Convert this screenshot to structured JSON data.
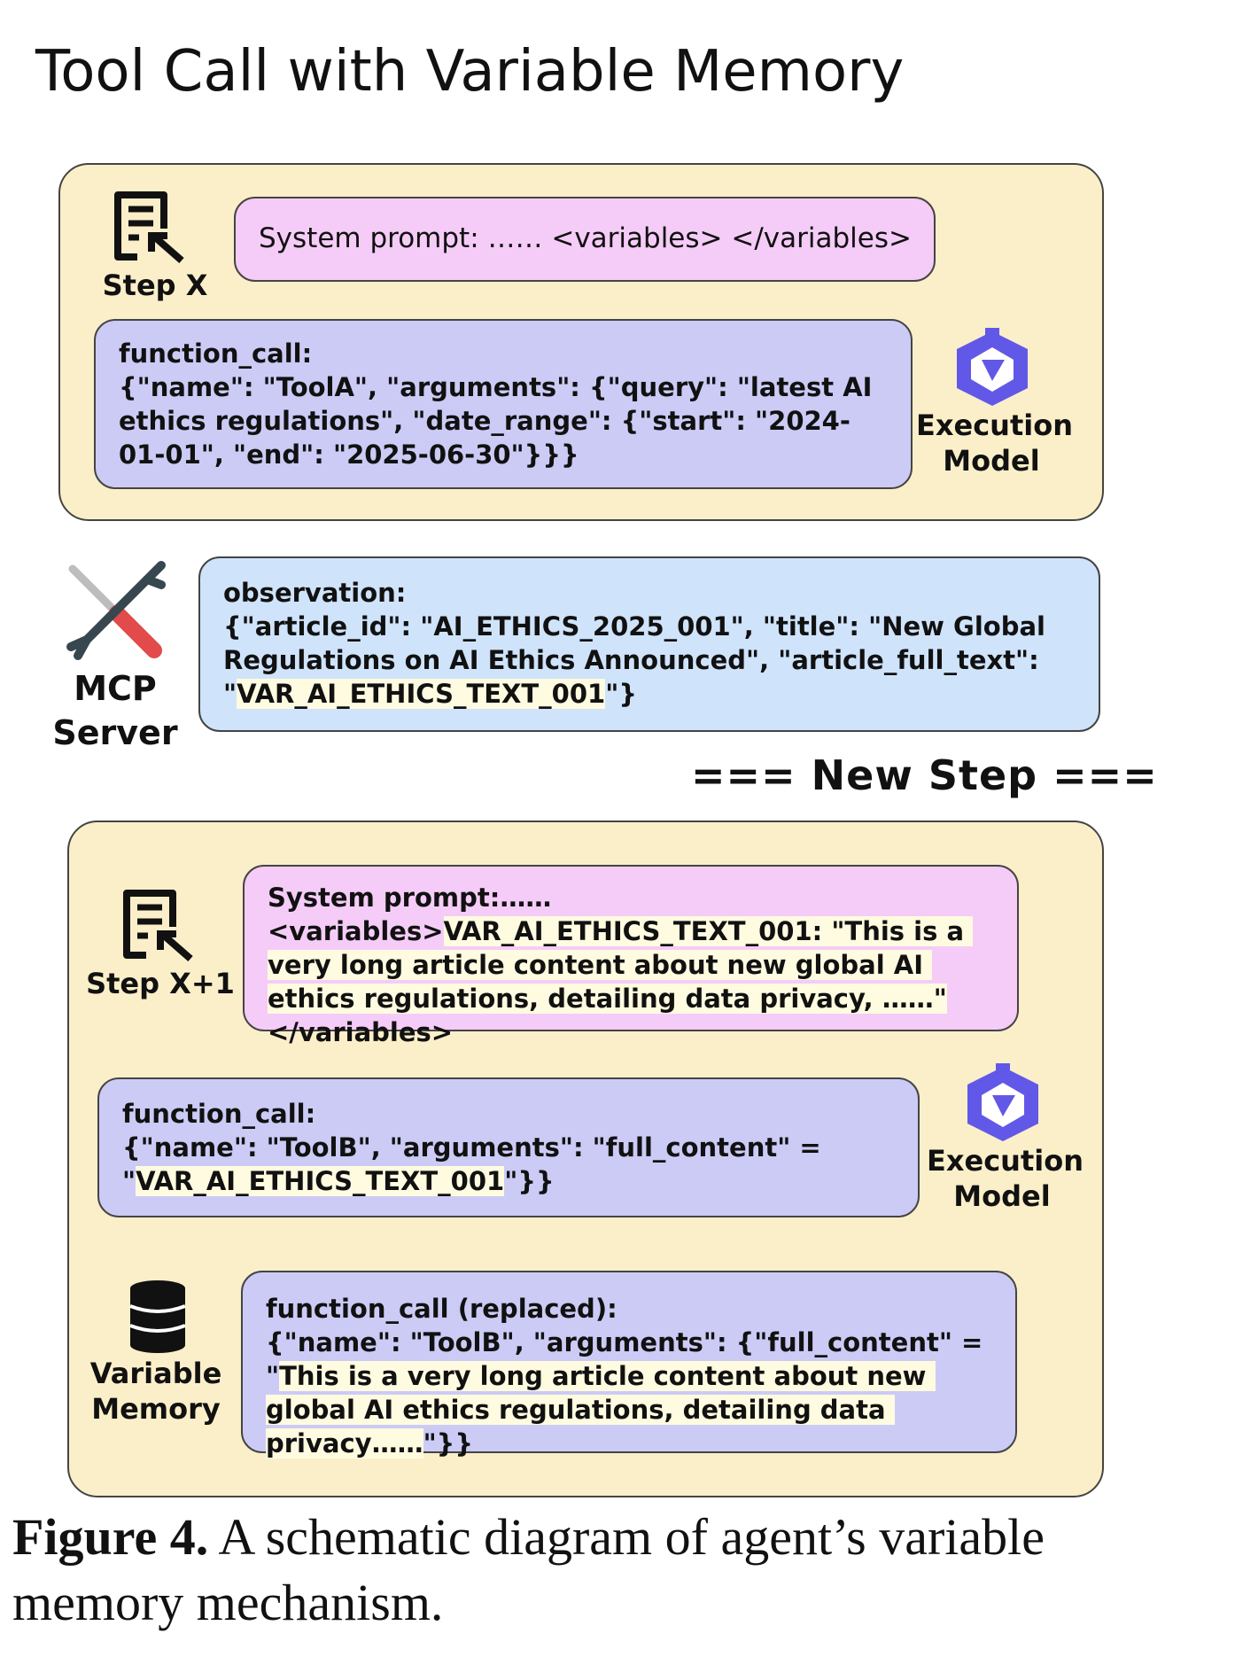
{
  "title": "Tool Call with Variable Memory",
  "step_x": {
    "label": "Step X",
    "system_prompt": "System prompt: …… <variables> </variables>",
    "function_call_head": "function_call:",
    "function_call_body": "{\"name\": \"ToolA\", \"arguments\": {\"query\": \"latest AI ethics regulations\", \"date_range\": {\"start\": \"2024-01-01\", \"end\": \"2025-06-30\"}}}",
    "model_label_1": "Execution",
    "model_label_2": "Model"
  },
  "mcp": {
    "label_1": "MCP",
    "label_2": "Server",
    "observation_head": "observation:",
    "observation_body_1": "{\"article_id\": \"AI_ETHICS_2025_001\", \"title\": \"New Global Regulations on AI Ethics Announced\", \"article_full_text\": \"",
    "observation_var": "VAR_AI_ETHICS_TEXT_001",
    "observation_body_2": "\"}"
  },
  "new_step": "=== New Step ===",
  "step_x1": {
    "label": "Step X+1",
    "system_prompt_head": "System prompt:……",
    "system_prompt_open": "<variables>",
    "system_prompt_var": "VAR_AI_ETHICS_TEXT_001: \"This is a very long article content about new global AI ethics regulations, detailing data privacy, ……\"",
    "system_prompt_close": " </variables>",
    "function_call_head": "function_call:",
    "function_call_body_1": "{\"name\": \"ToolB\", \"arguments\": \"full_content\" = \"",
    "function_call_var": "VAR_AI_ETHICS_TEXT_001",
    "function_call_body_2": "\"}}",
    "model_label_1": "Execution",
    "model_label_2": "Model",
    "memory_label_1": "Variable",
    "memory_label_2": "Memory",
    "replaced_head": "function_call (replaced):",
    "replaced_body_1": "{\"name\": \"ToolB\", \"arguments\": {\"full_content\" = \"",
    "replaced_var": "This is a very long article content about new global AI ethics regulations, detailing data privacy……",
    "replaced_body_2": "\"}}"
  },
  "caption_bold": "Figure 4.",
  "caption_text": " A schematic diagram of agent’s variable memory mechanism.",
  "colors": {
    "panel": "#fbefc9",
    "pink_box": "#f5ccf7",
    "lavender_box": "#cccbf6",
    "blue_box": "#cfe3fb",
    "highlight": "#fffbe0",
    "model_icon": "#6258e8",
    "tool_handle": "#e14b4b"
  }
}
